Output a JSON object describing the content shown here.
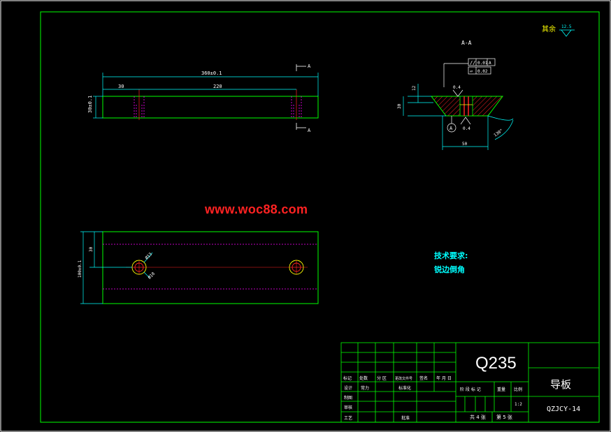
{
  "watermark": "www.woc88.com",
  "surface_note": {
    "label": "其余",
    "value": "12.5"
  },
  "section_label": "A-A",
  "section_marks": [
    "A",
    "A"
  ],
  "front_view": {
    "overall_dim": "360±0.1",
    "offset_dim": "30",
    "hole_spacing_dim": "220",
    "height_dim": "30±0.1"
  },
  "section_view": {
    "tol_frame_1": [
      "//",
      "0.01",
      "A"
    ],
    "tol_frame_2": [
      "▱",
      "0.02"
    ],
    "dim_top": "12",
    "dim_height": "30",
    "dim_width": "50",
    "dim_angle": "130°",
    "roughness_1": "0.4",
    "roughness_2": "0.4",
    "datum": "A"
  },
  "plan_view": {
    "width_dim": "100±0.1",
    "edge_dim": "30",
    "hole_dim_1": "Ø13",
    "hole_dim_2": "Ø18"
  },
  "tech_req": {
    "title": "技术要求:",
    "line1": "锐边倒角"
  },
  "title_block": {
    "material": "Q235",
    "part_name": "导板",
    "drawing_no": "QZJCY-14",
    "scale": "1:2",
    "sheet_total": "共 4 张",
    "sheet_no": "第 5 张",
    "headers": [
      "标记",
      "处数",
      "分 区",
      "更改文件号",
      "签名",
      "年 月 日"
    ],
    "row_labels": [
      "设计",
      "制图",
      "审核",
      "工艺"
    ],
    "designer": "常力",
    "std_label": "标准化",
    "approve_label": "批准",
    "stage_label": "阶 段 标 记",
    "weight_label": "重量",
    "scale_label": "比例"
  },
  "colors": {
    "frame": "#00ff00",
    "dim": "#00ffff",
    "text": "#ffffff",
    "hidden": "#ff00ff",
    "red": "#ff2222",
    "yellow": "#ffff00"
  }
}
